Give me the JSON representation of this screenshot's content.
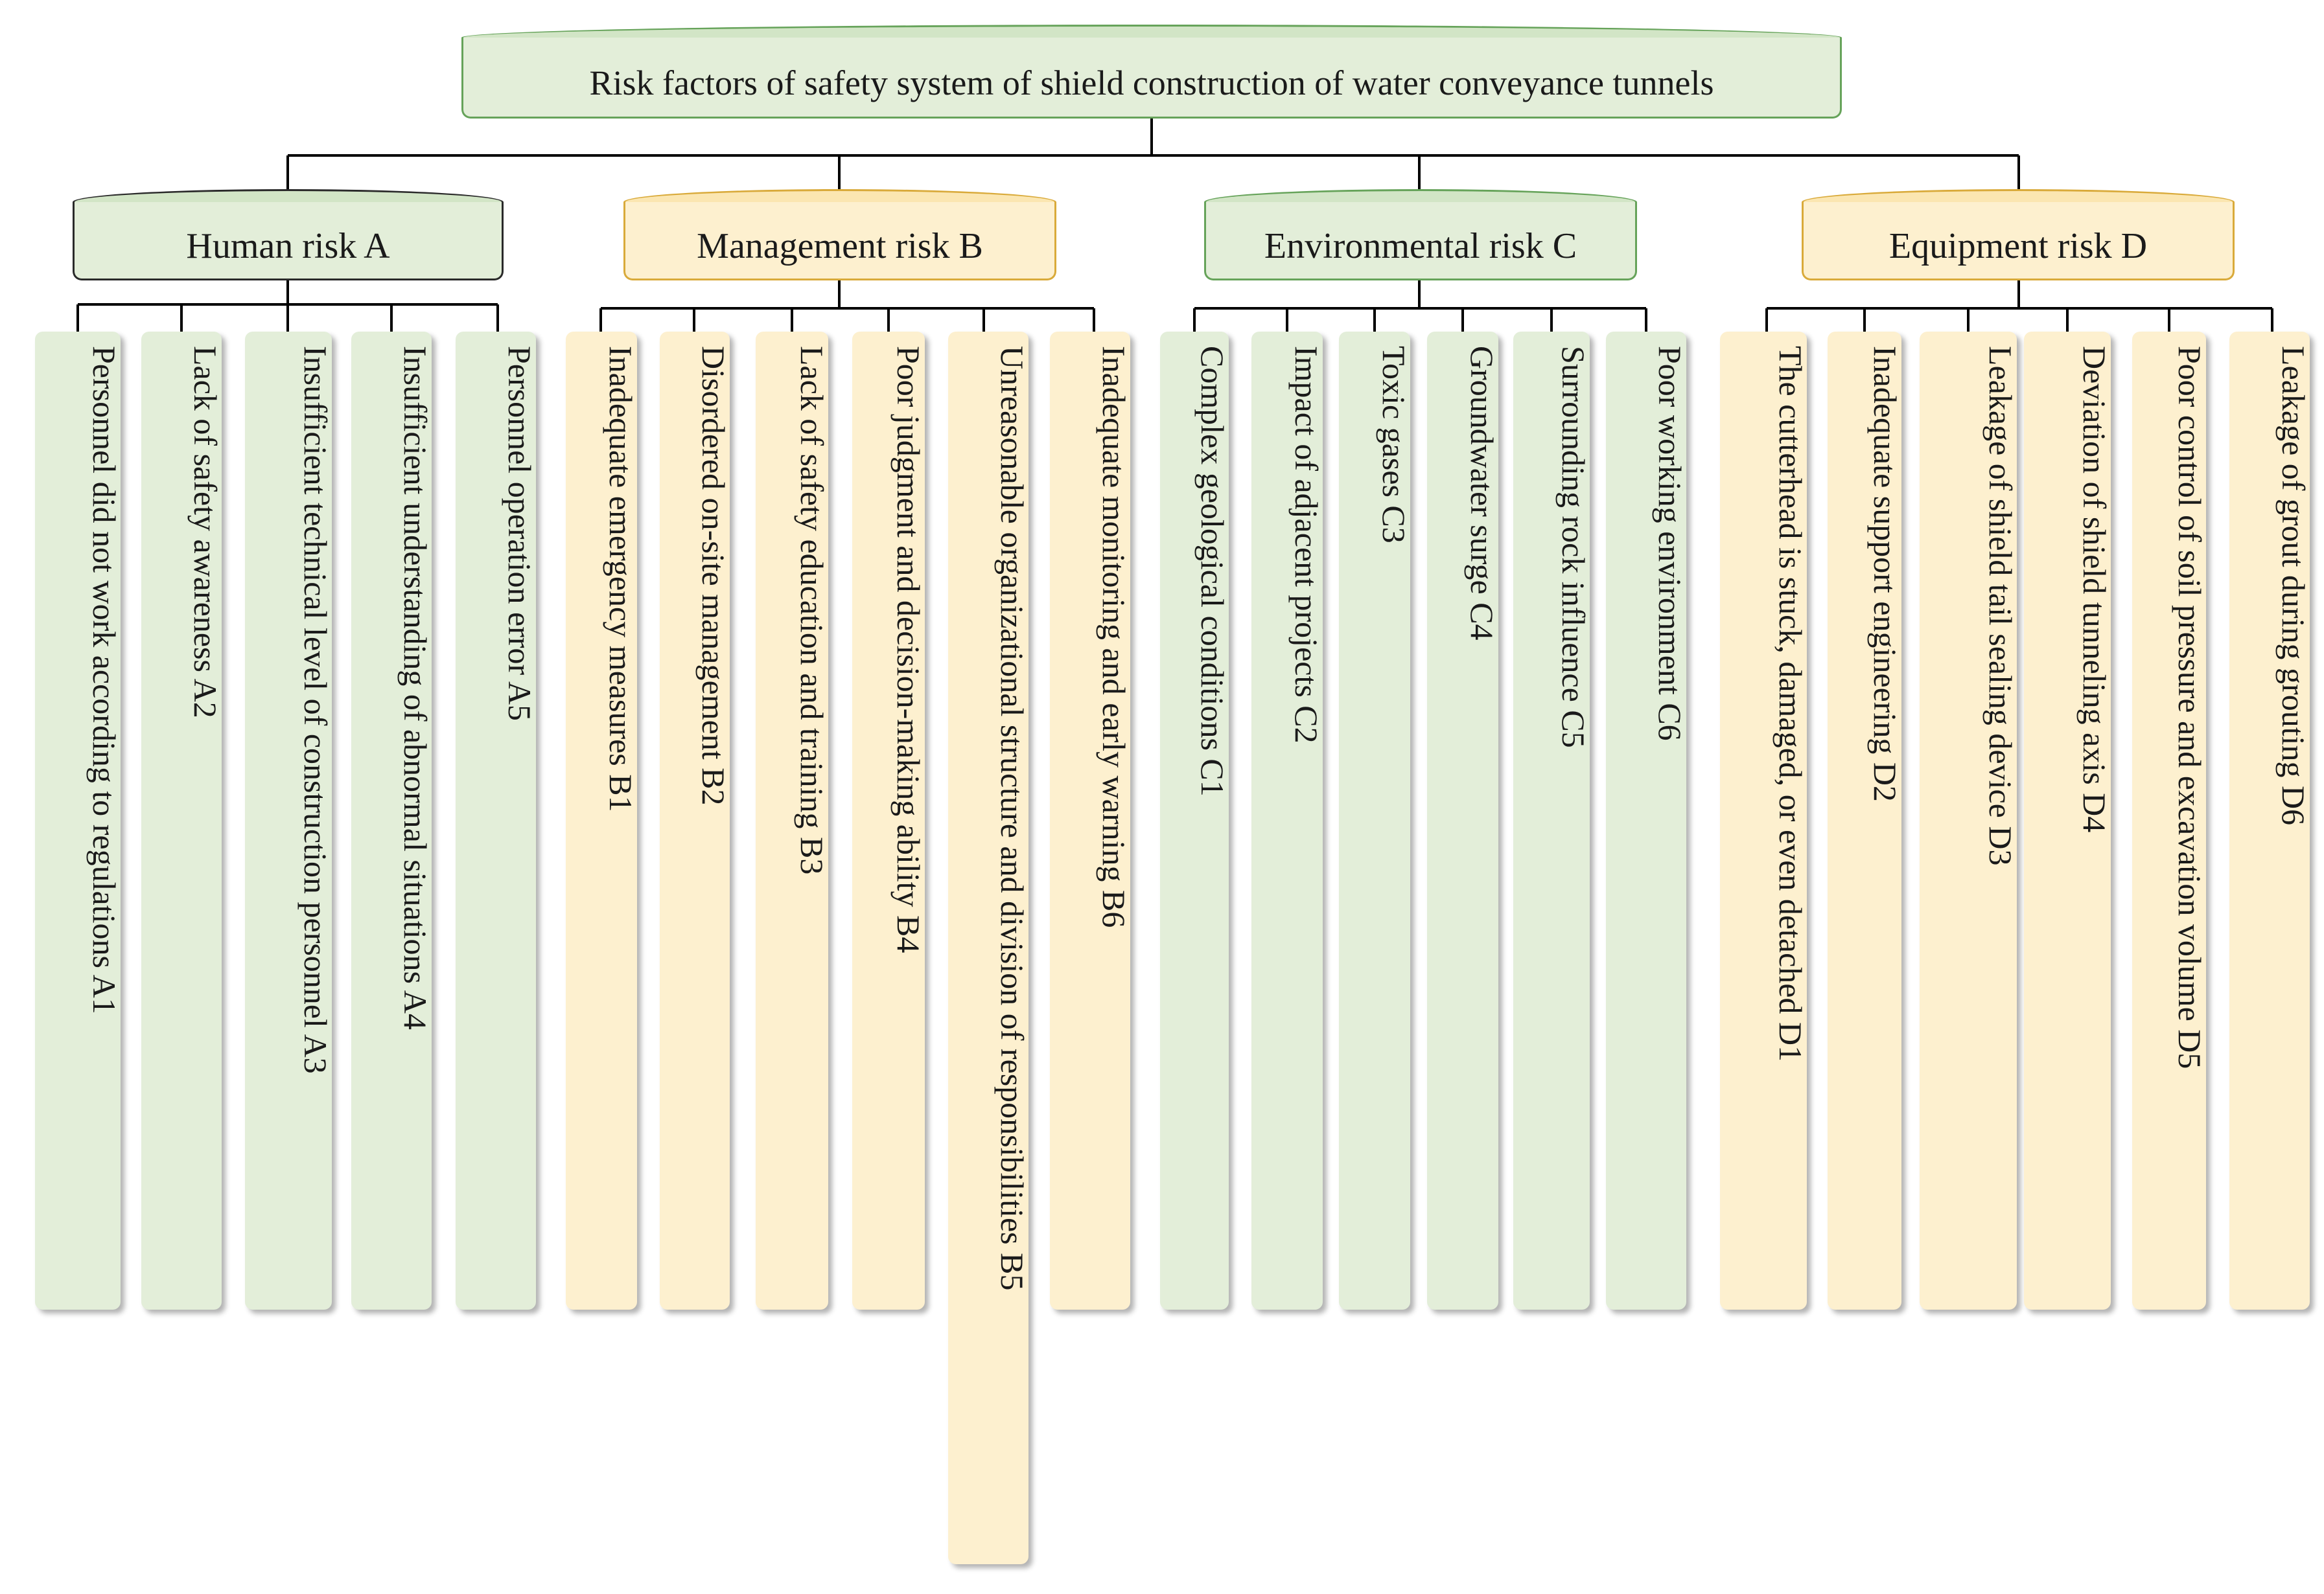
{
  "root": {
    "label": "Risk factors of safety system of shield construction of water conveyance tunnels"
  },
  "categories": [
    {
      "label": "Human risk A",
      "color": "green",
      "factors": [
        "Personnel did not work according to regulations A1",
        "Lack of safety awareness A2",
        "Insufficient technical level of construction personnel A3",
        "Insufficient understanding of abnormal situations A4",
        "Personnel operation error A5"
      ]
    },
    {
      "label": "Management risk B",
      "color": "yellow",
      "factors": [
        "Inadequate emergency measures B1",
        "Disordered on-site management B2",
        "Lack of safety education and training B3",
        "Poor judgment and decision-making ability B4",
        "Unreasonable organizational structure and division of responsibilities B5",
        "Inadequate monitoring and early warning B6"
      ]
    },
    {
      "label": "Environmental risk C",
      "color": "green",
      "factors": [
        "Complex geological conditions C1",
        "Impact of adjacent projects C2",
        "Toxic gases C3",
        "Groundwater surge C4",
        "Surrounding rock influence C5",
        "Poor working environment C6"
      ]
    },
    {
      "label": "Equipment risk D",
      "color": "yellow",
      "factors": [
        "The cutterhead is stuck, damaged, or even detached D1",
        "Inadequate support engineering D2",
        "Leakage of shield tail sealing device D3",
        "Deviation of shield tunneling axis D4",
        "Poor control of soil pressure and excavation volume D5",
        "Leakage of grout during grouting D6"
      ]
    }
  ],
  "colors": {
    "green_fill": "#e3eed9",
    "green_border": "#66a35a",
    "yellow_fill": "#fdf0cf",
    "yellow_border": "#d9aa3a",
    "line": "#000000"
  }
}
